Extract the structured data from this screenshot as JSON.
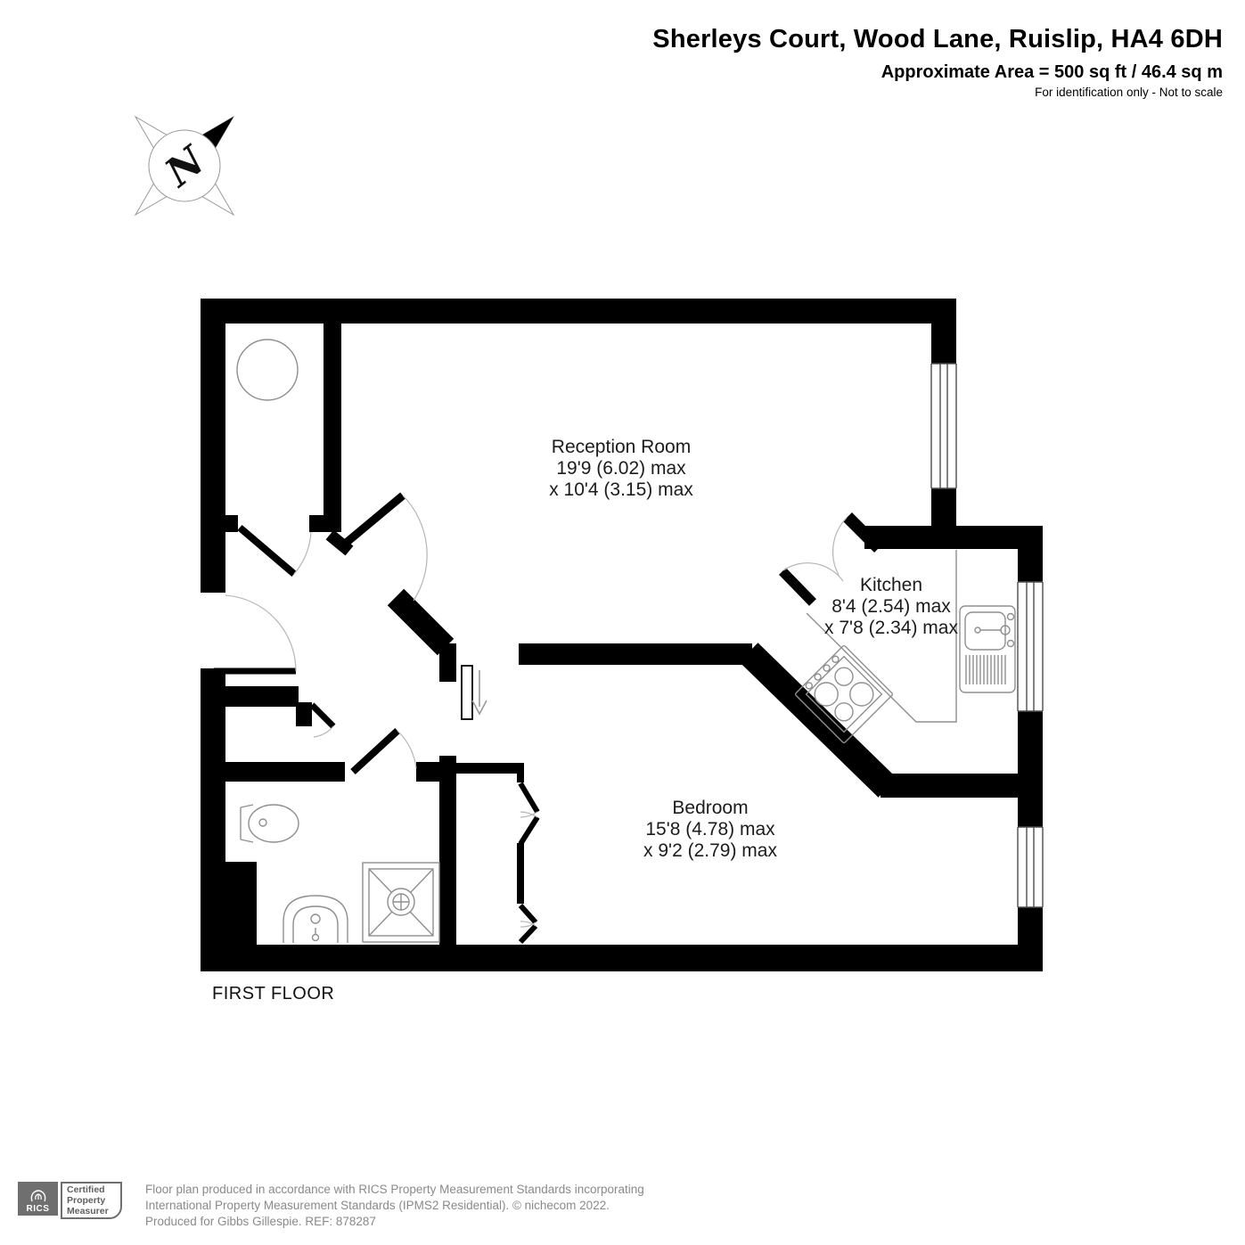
{
  "header": {
    "title": "Sherleys Court, Wood Lane, Ruislip, HA4 6DH",
    "area": "Approximate Area = 500 sq ft / 46.4 sq m",
    "note": "For identification only - Not to scale"
  },
  "plan": {
    "floor_label": "FIRST FLOOR",
    "compass": {
      "label": "N"
    },
    "rooms": [
      {
        "name": "Reception Room",
        "dim1": "19'9 (6.02) max",
        "dim2": "x 10'4 (3.15) max"
      },
      {
        "name": "Kitchen",
        "dim1": "8'4 (2.54) max",
        "dim2": "x 7'8 (2.34) max"
      },
      {
        "name": "Bedroom",
        "dim1": "15'8 (4.78) max",
        "dim2": "x 9'2 (2.79) max"
      }
    ]
  },
  "footer": {
    "rics_label": "RICS",
    "badge_line1": "Certified",
    "badge_line2": "Property",
    "badge_line3": "Measurer",
    "line1": "Floor plan produced in accordance with RICS Property Measurement Standards incorporating",
    "line2": "International Property Measurement Standards (IPMS2 Residential).   © nichecom 2022.",
    "line3": "Produced for Gibbs Gillespie.   REF: 878287"
  },
  "colors": {
    "wall": "#000000",
    "fixture_gray": "#8f8f8f",
    "footer_gray": "#6f6f6f",
    "text_gray": "#8a8a8a"
  }
}
